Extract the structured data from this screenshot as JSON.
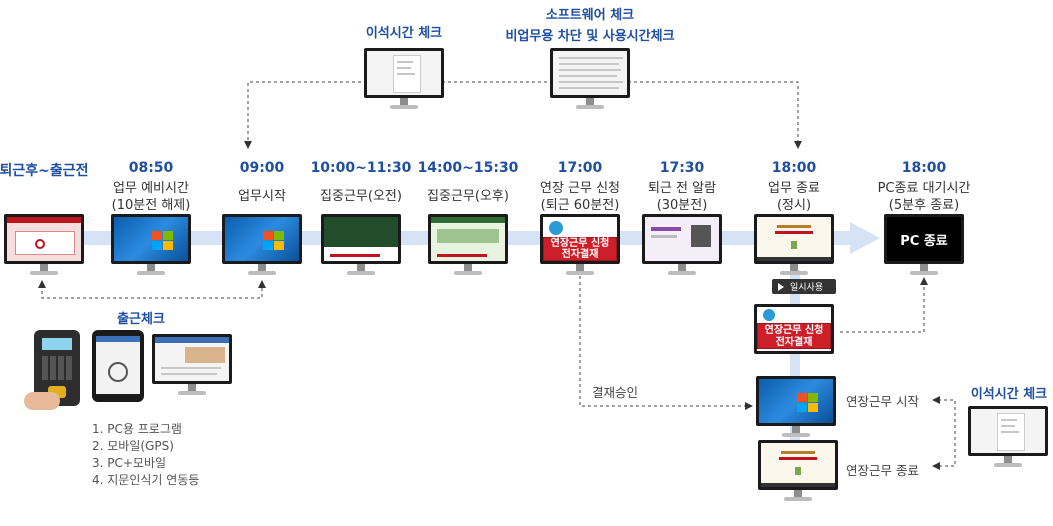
{
  "top": {
    "absence_check_label": "이석시간 체크",
    "software_check_line1": "소프트웨어 체크",
    "software_check_line2": "비업무용 차단 및 사용시간체크"
  },
  "timeline": [
    {
      "time": "퇴근후~출근전",
      "desc1": "",
      "desc2": ""
    },
    {
      "time": "08:50",
      "desc1": "업무 예비시간",
      "desc2": "(10분전 해제)"
    },
    {
      "time": "09:00",
      "desc1": "업무시작",
      "desc2": ""
    },
    {
      "time": "10:00~11:30",
      "desc1": "집중근무(오전)",
      "desc2": ""
    },
    {
      "time": "14:00~15:30",
      "desc1": "집중근무(오후)",
      "desc2": ""
    },
    {
      "time": "17:00",
      "desc1": "연장 근무 신청",
      "desc2": "(퇴근 60분전)"
    },
    {
      "time": "17:30",
      "desc1": "퇴근 전 알람",
      "desc2": "(30분전)"
    },
    {
      "time": "18:00",
      "desc1": "업무 종료",
      "desc2": "(정시)"
    },
    {
      "time": "18:00",
      "desc1": "PC종료 대기시간",
      "desc2": "(5분후 종료)"
    }
  ],
  "screens": {
    "pc_off": "PC 종료",
    "overtime_badge_1": "연장근무 신청",
    "overtime_badge_2": "전자결재",
    "pause_button": "일시사용"
  },
  "checkin": {
    "title": "출근체크",
    "methods": [
      "1. PC용 프로그램",
      "2. 모바일(GPS)",
      "3. PC+모바일",
      "4. 지문인식기 연동등"
    ]
  },
  "approval": {
    "label": "결재승인",
    "overtime_start": "연장근무 시작",
    "overtime_end": "연장근무 종료",
    "absence_check_label": "이석시간 체크"
  },
  "colors": {
    "accent_blue": "#1e4fa1",
    "timeline_bar": "#d6e3f6",
    "badge_red": "#cc1f2a"
  }
}
